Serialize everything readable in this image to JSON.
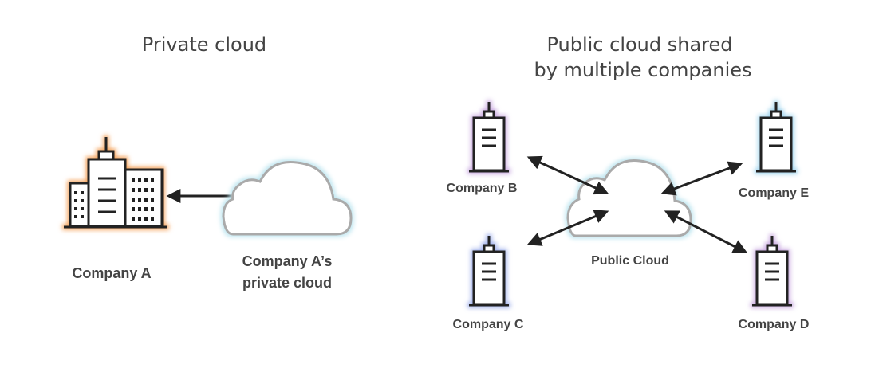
{
  "private": {
    "title": "Private cloud",
    "company_label": "Company A",
    "cloud_label_line1": "Company A’s",
    "cloud_label_line2": "private cloud"
  },
  "public": {
    "title_line1": "Public cloud shared",
    "title_line2": "by multiple companies",
    "cloud_label": "Public Cloud",
    "companies": {
      "b": "Company B",
      "c": "Company C",
      "d": "Company D",
      "e": "Company E"
    }
  },
  "colors": {
    "company_a_glow": "#f5a25a",
    "company_b_glow": "#c9a8e0",
    "company_c_glow": "#9fb0ec",
    "company_d_glow": "#c9a8e0",
    "company_e_glow": "#9fd4ee",
    "cloud_glow": "#bfe6f0",
    "stroke": "#222222"
  },
  "icons": [
    "office-building-icon",
    "tower-building-icon",
    "cloud-icon",
    "double-arrow-icon"
  ]
}
